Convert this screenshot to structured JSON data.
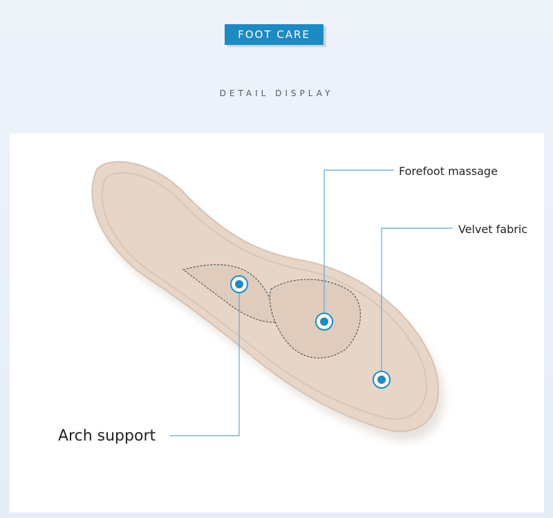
{
  "header": {
    "badge_label": "FOOT CARE",
    "subtitle": "DETAIL DISPLAY"
  },
  "callouts": {
    "forefoot": "Forefoot massage",
    "velvet": "Velvet fabric",
    "arch": "Arch support"
  },
  "colors": {
    "accent": "#1d8ac4",
    "insole": "#e7d4c6",
    "callout_line": "#5aa8d8"
  }
}
